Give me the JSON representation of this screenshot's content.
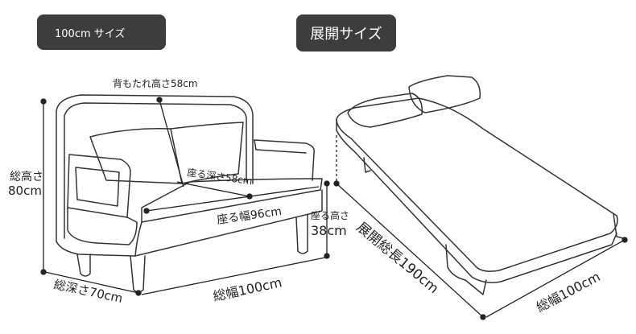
{
  "badges": {
    "left": "100cm サイズ",
    "right": "展開サイズ"
  },
  "labels": {
    "back_height": "背もたれ高さ58cm",
    "total_height_top": "総高さ",
    "total_height_bottom": "80cm",
    "seat_depth": "座る深さ58cm",
    "seat_width": "座る幅96cm",
    "seat_height_top": "座る高さ",
    "seat_height_bottom": "38cm",
    "total_depth": "総深さ70cm",
    "total_width_left": "総幅100cm",
    "expanded_length": "展開総長190cm",
    "total_width_right": "総幅100cm"
  }
}
